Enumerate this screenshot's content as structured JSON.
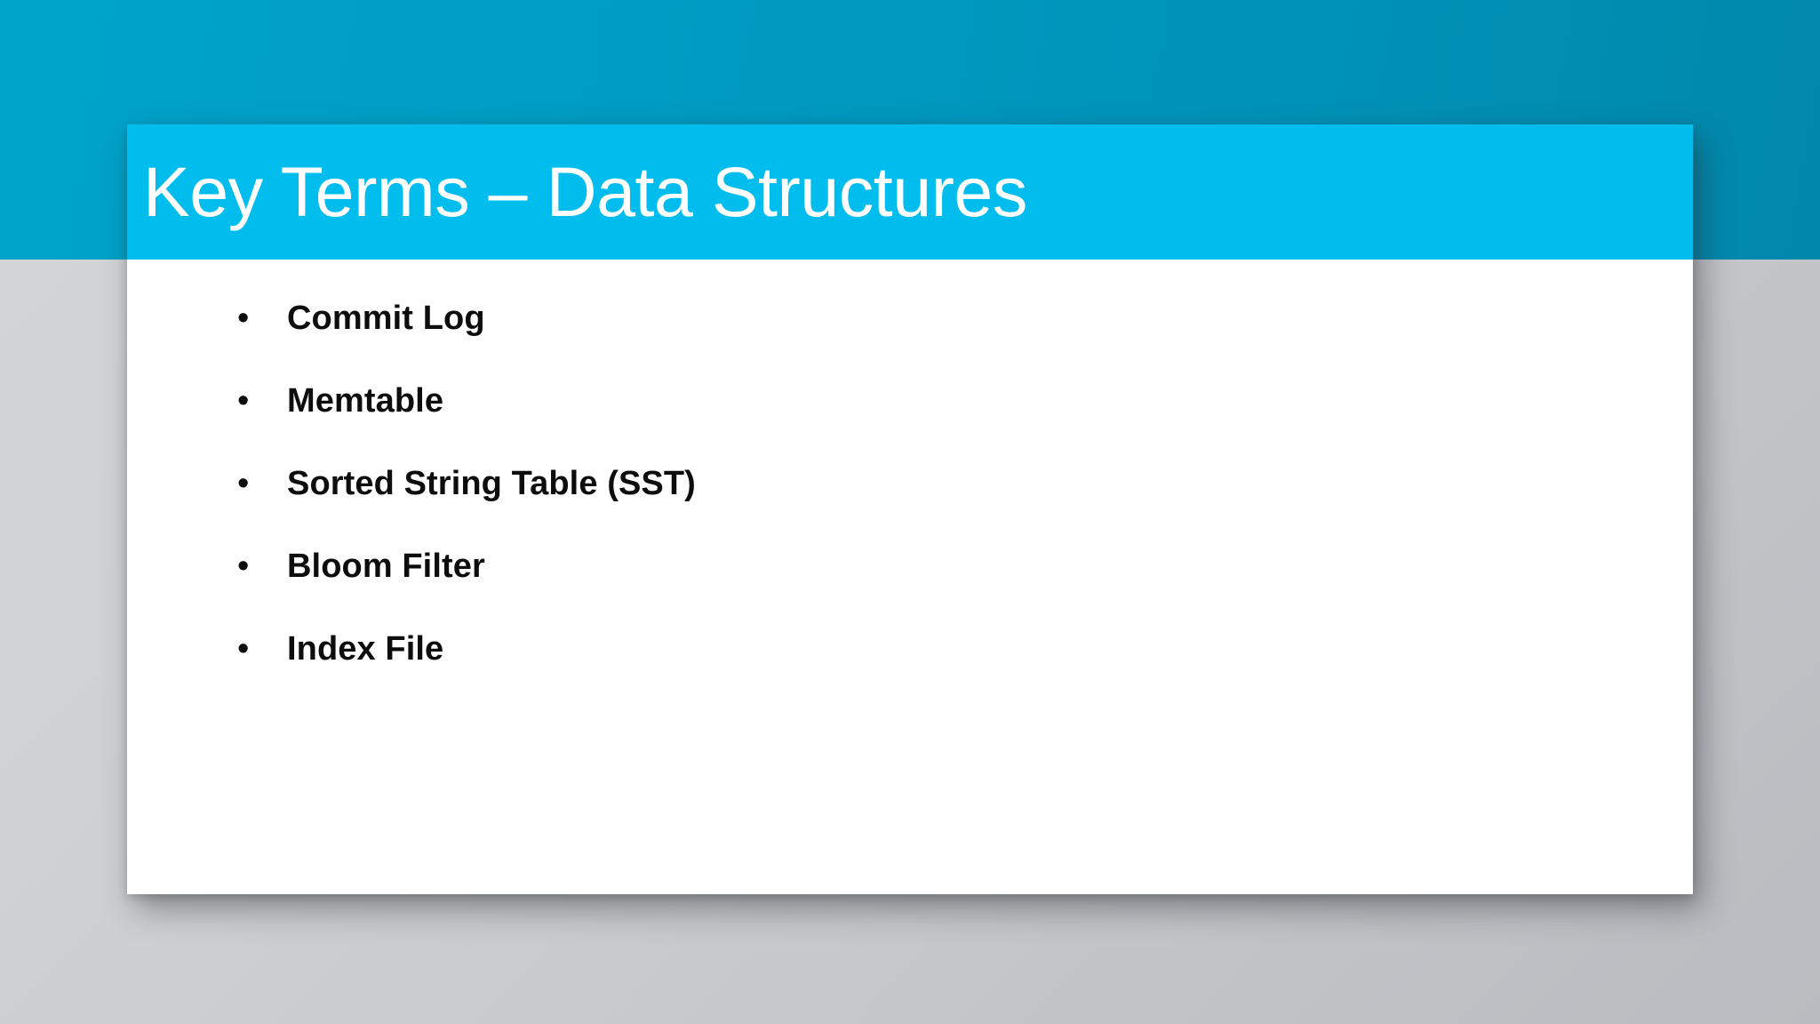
{
  "slide": {
    "title": "Key Terms – Data Structures",
    "bullet_marker": "•",
    "bullets": [
      {
        "label": "Commit Log"
      },
      {
        "label": "Memtable"
      },
      {
        "label": "Sorted String Table (SST)"
      },
      {
        "label": "Bloom Filter"
      },
      {
        "label": "Index File"
      }
    ]
  },
  "colors": {
    "band_teal": "#0098c0",
    "title_bar_cyan": "#00bdee",
    "card_white": "#ffffff",
    "background_gray": "#ced1d3",
    "text_black": "#0d0d0d",
    "title_text_white": "#ffffff"
  }
}
